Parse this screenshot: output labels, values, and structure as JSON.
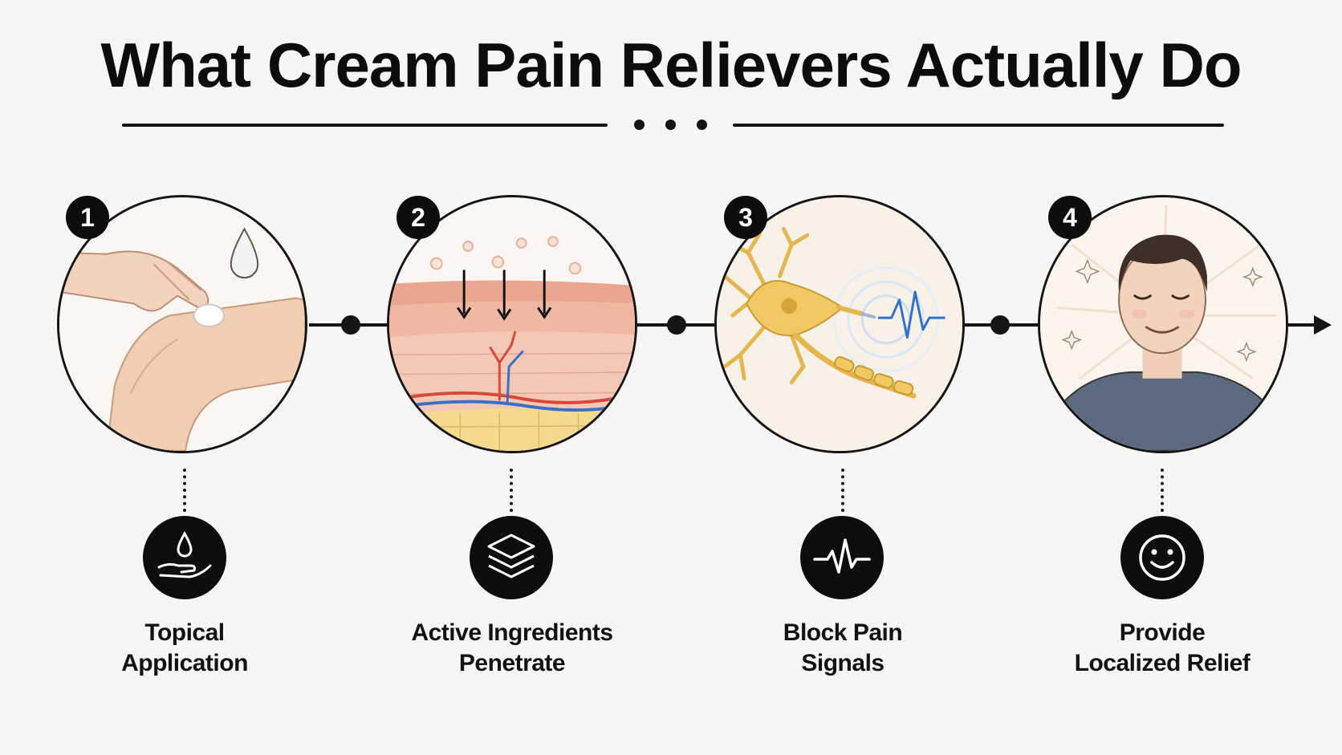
{
  "title": "What Cream Pain Relievers Actually Do",
  "steps": [
    {
      "number": "1",
      "illustration": "hand-applying-cream-illustration",
      "icon": "hand-drop-icon",
      "label_line1": "Topical",
      "label_line2": "Application"
    },
    {
      "number": "2",
      "illustration": "skin-layers-illustration",
      "icon": "layers-icon",
      "label_line1": "Active Ingredients",
      "label_line2": "Penetrate"
    },
    {
      "number": "3",
      "illustration": "nerve-cell-signal-illustration",
      "icon": "pulse-wave-icon",
      "label_line1": "Block Pain",
      "label_line2": "Signals"
    },
    {
      "number": "4",
      "illustration": "relieved-person-illustration",
      "icon": "smiley-face-icon",
      "label_line1": "Provide",
      "label_line2": "Localized Relief"
    }
  ],
  "colors": {
    "ink": "#111111",
    "background": "#f7f6f4",
    "skin": "#f3d3bb",
    "nerve": "#e6b64c",
    "signal": "#2f6fd0",
    "vessel_red": "#d9473a",
    "vessel_blue": "#3a6fc9"
  }
}
